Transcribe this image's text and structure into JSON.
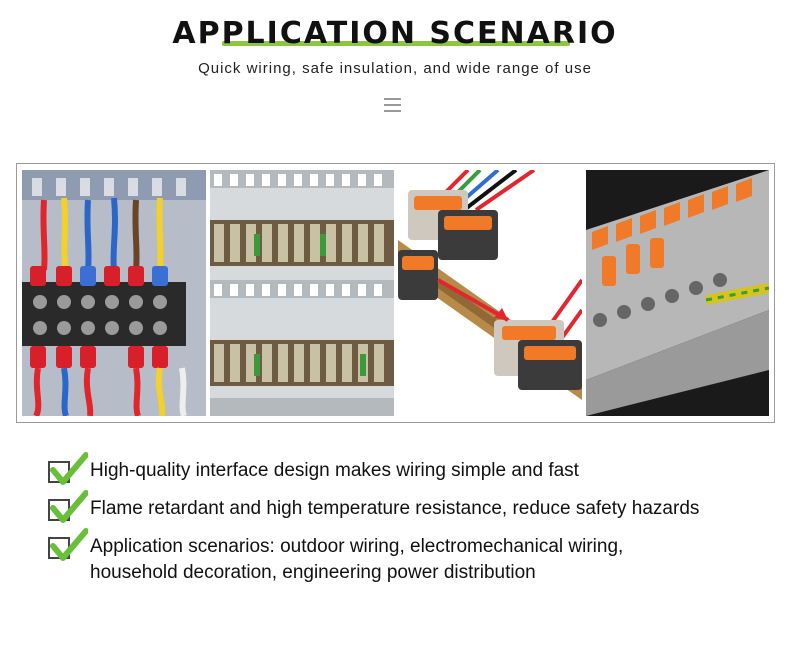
{
  "header": {
    "title": "APPLICATION SCENARIO",
    "subtitle": "Quick wiring, safe insulation, and wide range of use",
    "menu_icon": "menu-icon"
  },
  "colors": {
    "accent_green": "#8cc63f",
    "check_green": "#6abf3a",
    "connector_orange": "#f07a28"
  },
  "features": [
    {
      "text": "High-quality interface design makes wiring simple and fast",
      "icon": "check-icon"
    },
    {
      "text": "Flame retardant and high temperature resistance, reduce safety hazards",
      "icon": "check-icon"
    },
    {
      "text": "Application scenarios: outdoor wiring, electromechanical wiring, household decoration, engineering power distribution",
      "icon": "check-icon"
    }
  ]
}
